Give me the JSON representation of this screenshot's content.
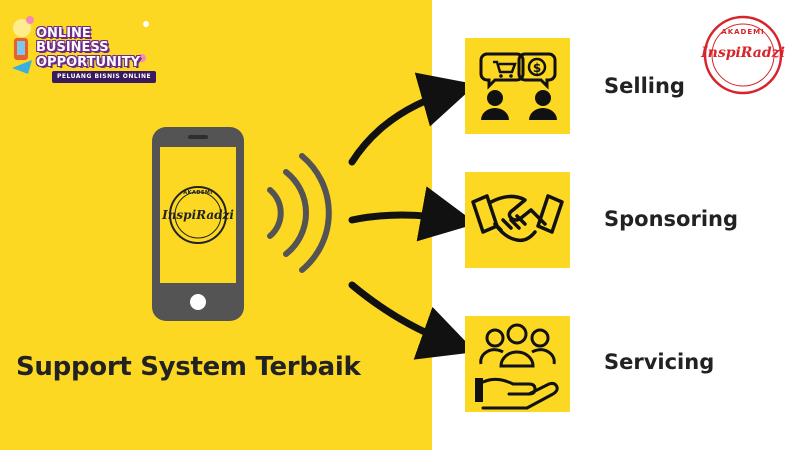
{
  "badge": {
    "line1": "ONLINE",
    "line2": "BUSINESS",
    "line3": "OPPORTUNITY",
    "subtitle": "PELUANG BISNIS ONLINE"
  },
  "phone_logo": {
    "top_text": "AKADEMI",
    "script_text": "InspiRadzi"
  },
  "corner_logo": {
    "top_text": "AKADEMI",
    "script_text": "InspiRadzi"
  },
  "headline": "Support System Terbaik",
  "items": [
    {
      "label": "Selling",
      "icon": "selling-icon"
    },
    {
      "label": "Sponsoring",
      "icon": "handshake-icon"
    },
    {
      "label": "Servicing",
      "icon": "servicing-icon"
    }
  ],
  "colors": {
    "yellow": "#fcd823",
    "dark": "#222222",
    "phone_gray": "#545454",
    "logo_red": "#d8232a",
    "badge_purple": "#6b2a8c"
  }
}
